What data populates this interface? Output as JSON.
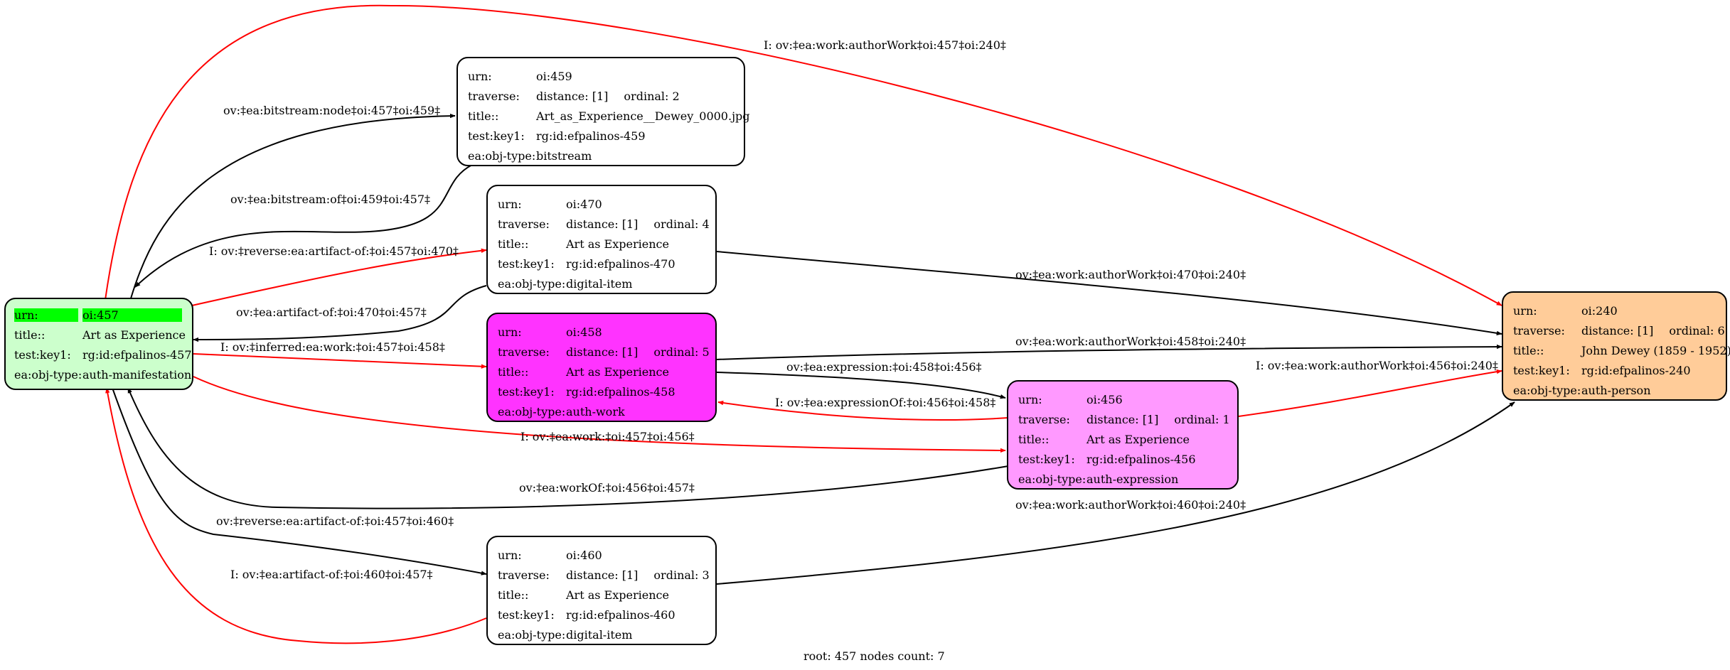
{
  "colors": {
    "manifestation": "#ccffcc",
    "highlight": "#00ff00",
    "bitstream": "#ffffff",
    "digital_item": "#ffffff",
    "work": "#ff33ff",
    "expression": "#ff99ff",
    "person": "#ffcc99",
    "edge_normal": "#000000",
    "edge_inferred": "#ff0000"
  },
  "nodes": {
    "n457": {
      "rows": [
        {
          "key": "urn:",
          "value": "oi:457"
        },
        {
          "key": "title::",
          "value": "Art as Experience"
        },
        {
          "key": "test:key1:",
          "value": "rg:id:efpalinos-457"
        },
        {
          "key": "ea:obj-type:",
          "value": "auth-manifestation"
        }
      ]
    },
    "n459": {
      "rows": [
        {
          "key": "urn:",
          "value": "oi:459"
        },
        {
          "key": "traverse:",
          "value": "distance: [1]",
          "value2": "ordinal: 2"
        },
        {
          "key": "title::",
          "value": "Art_as_Experience__Dewey_0000.jpg"
        },
        {
          "key": "test:key1:",
          "value": "rg:id:efpalinos-459"
        },
        {
          "key": "ea:obj-type:",
          "value": "bitstream"
        }
      ]
    },
    "n470": {
      "rows": [
        {
          "key": "urn:",
          "value": "oi:470"
        },
        {
          "key": "traverse:",
          "value": "distance: [1]",
          "value2": "ordinal: 4"
        },
        {
          "key": "title::",
          "value": "Art as Experience"
        },
        {
          "key": "test:key1:",
          "value": "rg:id:efpalinos-470"
        },
        {
          "key": "ea:obj-type:",
          "value": "digital-item"
        }
      ]
    },
    "n458": {
      "rows": [
        {
          "key": "urn:",
          "value": "oi:458"
        },
        {
          "key": "traverse:",
          "value": "distance: [1]",
          "value2": "ordinal: 5"
        },
        {
          "key": "title::",
          "value": "Art as Experience"
        },
        {
          "key": "test:key1:",
          "value": "rg:id:efpalinos-458"
        },
        {
          "key": "ea:obj-type:",
          "value": "auth-work"
        }
      ]
    },
    "n456": {
      "rows": [
        {
          "key": "urn:",
          "value": "oi:456"
        },
        {
          "key": "traverse:",
          "value": "distance: [1]",
          "value2": "ordinal: 1"
        },
        {
          "key": "title::",
          "value": "Art as Experience"
        },
        {
          "key": "test:key1:",
          "value": "rg:id:efpalinos-456"
        },
        {
          "key": "ea:obj-type:",
          "value": "auth-expression"
        }
      ]
    },
    "n460": {
      "rows": [
        {
          "key": "urn:",
          "value": "oi:460"
        },
        {
          "key": "traverse:",
          "value": "distance: [1]",
          "value2": "ordinal: 3"
        },
        {
          "key": "title::",
          "value": "Art as Experience"
        },
        {
          "key": "test:key1:",
          "value": "rg:id:efpalinos-460"
        },
        {
          "key": "ea:obj-type:",
          "value": "digital-item"
        }
      ]
    },
    "n240": {
      "rows": [
        {
          "key": "urn:",
          "value": "oi:240"
        },
        {
          "key": "traverse:",
          "value": "distance: [1]",
          "value2": "ordinal: 6"
        },
        {
          "key": "title::",
          "value": "John Dewey (1859 - 1952)"
        },
        {
          "key": "test:key1:",
          "value": "rg:id:efpalinos-240"
        },
        {
          "key": "ea:obj-type:",
          "value": "auth-person"
        }
      ]
    }
  },
  "edges": [
    {
      "id": "e1",
      "label": "I: ov:‡ea:work:authorWork‡oi:457‡oi:240‡",
      "kind": "inferred"
    },
    {
      "id": "e2",
      "label": "ov:‡ea:bitstream:node‡oi:457‡oi:459‡",
      "kind": "normal"
    },
    {
      "id": "e3",
      "label": "ov:‡ea:bitstream:of‡oi:459‡oi:457‡",
      "kind": "normal"
    },
    {
      "id": "e4",
      "label": "I: ov:‡reverse:ea:artifact-of:‡oi:457‡oi:470‡",
      "kind": "inferred"
    },
    {
      "id": "e5",
      "label": "ov:‡ea:artifact-of:‡oi:470‡oi:457‡",
      "kind": "normal"
    },
    {
      "id": "e6",
      "label": "I: ov:‡inferred:ea:work:‡oi:457‡oi:458‡",
      "kind": "inferred"
    },
    {
      "id": "e7",
      "label": "ov:‡ea:work:authorWork‡oi:470‡oi:240‡",
      "kind": "normal"
    },
    {
      "id": "e8",
      "label": "ov:‡ea:work:authorWork‡oi:458‡oi:240‡",
      "kind": "normal"
    },
    {
      "id": "e9",
      "label": "ov:‡ea:expression:‡oi:458‡oi:456‡",
      "kind": "normal"
    },
    {
      "id": "e10",
      "label": "I: ov:‡ea:work:authorWork‡oi:456‡oi:240‡",
      "kind": "inferred"
    },
    {
      "id": "e11",
      "label": "I: ov:‡ea:expressionOf:‡oi:456‡oi:458‡",
      "kind": "inferred"
    },
    {
      "id": "e12",
      "label": "I: ov:‡ea:work:‡oi:457‡oi:456‡",
      "kind": "inferred"
    },
    {
      "id": "e13",
      "label": "ov:‡ea:workOf:‡oi:456‡oi:457‡",
      "kind": "normal"
    },
    {
      "id": "e14",
      "label": "ov:‡ea:work:authorWork‡oi:460‡oi:240‡",
      "kind": "normal"
    },
    {
      "id": "e15",
      "label": "ov:‡reverse:ea:artifact-of:‡oi:457‡oi:460‡",
      "kind": "normal"
    },
    {
      "id": "e16",
      "label": "I: ov:‡ea:artifact-of:‡oi:460‡oi:457‡",
      "kind": "inferred"
    }
  ],
  "footer": "root: 457 nodes count: 7"
}
